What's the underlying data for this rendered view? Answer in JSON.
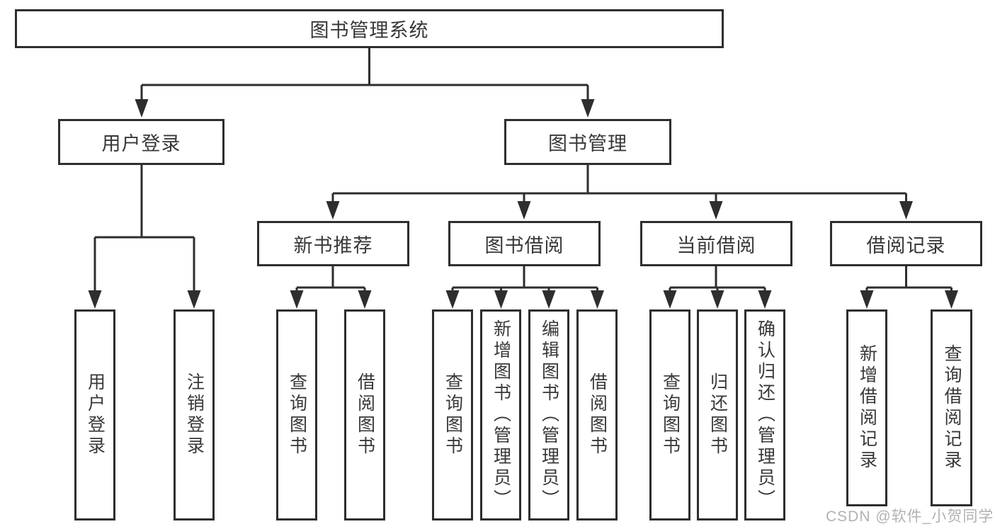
{
  "diagram": {
    "nodes": {
      "root": {
        "label": "图书管理系统"
      },
      "level2": [
        {
          "id": "user-login",
          "label": "用户登录"
        },
        {
          "id": "book-management",
          "label": "图书管理"
        }
      ],
      "level3": [
        {
          "id": "new-book-recommend",
          "label": "新书推荐",
          "parent": "图书管理"
        },
        {
          "id": "book-borrowing",
          "label": "图书借阅",
          "parent": "图书管理"
        },
        {
          "id": "current-borrowing",
          "label": "当前借阅",
          "parent": "图书管理"
        },
        {
          "id": "borrowing-records",
          "label": "借阅记录",
          "parent": "图书管理"
        }
      ],
      "leaves": [
        {
          "id": "user-login-action",
          "label": "用户登录",
          "parent": "用户登录"
        },
        {
          "id": "logout-action",
          "label": "注销登录",
          "parent": "用户登录"
        },
        {
          "id": "query-books-1",
          "label": "查询图书",
          "parent": "新书推荐"
        },
        {
          "id": "borrow-books-1",
          "label": "借阅图书",
          "parent": "新书推荐"
        },
        {
          "id": "query-books-2",
          "label": "查询图书",
          "parent": "图书借阅"
        },
        {
          "id": "add-books-admin",
          "label": "新增图书（管理员）",
          "parent": "图书借阅"
        },
        {
          "id": "edit-books-admin",
          "label": "编辑图书（管理员）",
          "parent": "图书借阅"
        },
        {
          "id": "borrow-books-2",
          "label": "借阅图书",
          "parent": "图书借阅"
        },
        {
          "id": "query-books-3",
          "label": "查询图书",
          "parent": "当前借阅"
        },
        {
          "id": "return-books",
          "label": "归还图书",
          "parent": "当前借阅"
        },
        {
          "id": "confirm-return-admin",
          "label": "确认归还（管理员）",
          "parent": "当前借阅"
        },
        {
          "id": "add-borrow-record",
          "label": "新增借阅记录",
          "parent": "借阅记录"
        },
        {
          "id": "query-borrow-record",
          "label": "查询借阅记录",
          "parent": "借阅记录"
        }
      ]
    }
  },
  "watermark": {
    "text": "CSDN @软件_小贺同学"
  },
  "colors": {
    "line": "#2e2e2e",
    "text": "#383838",
    "box_background": "#ffffff",
    "watermark": "#b2b1b5",
    "background": "#ffffff"
  }
}
